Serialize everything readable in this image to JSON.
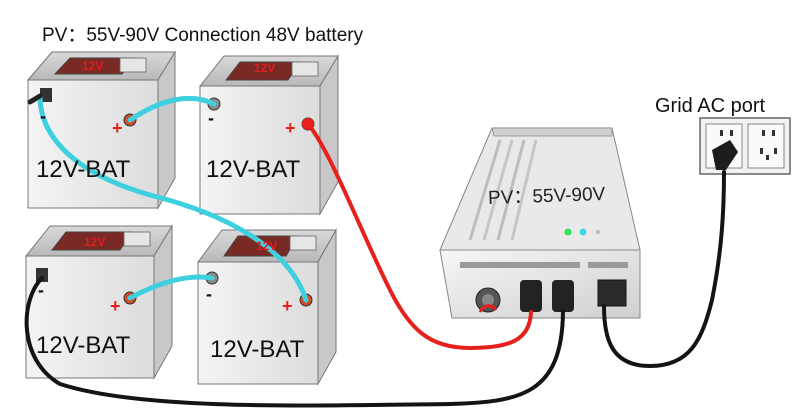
{
  "title": "PV：55V-90V Connection 48V battery",
  "grid_label": "Grid AC port",
  "inverter_label": "PV：55V-90V",
  "batteries": [
    {
      "label": "12V-BAT",
      "badge": "12V"
    },
    {
      "label": "12V-BAT",
      "badge": "12V"
    },
    {
      "label": "12V-BAT",
      "badge": "12V"
    },
    {
      "label": "12V-BAT",
      "badge": "12V"
    }
  ],
  "terminals": {
    "plus": "+",
    "minus": "-"
  },
  "colors": {
    "positive_wire": "#e8201c",
    "negative_wire": "#141414",
    "link_wire": "#3fd0e0",
    "led_green": "#35e05a",
    "led_cyan": "#3fd6e6"
  }
}
